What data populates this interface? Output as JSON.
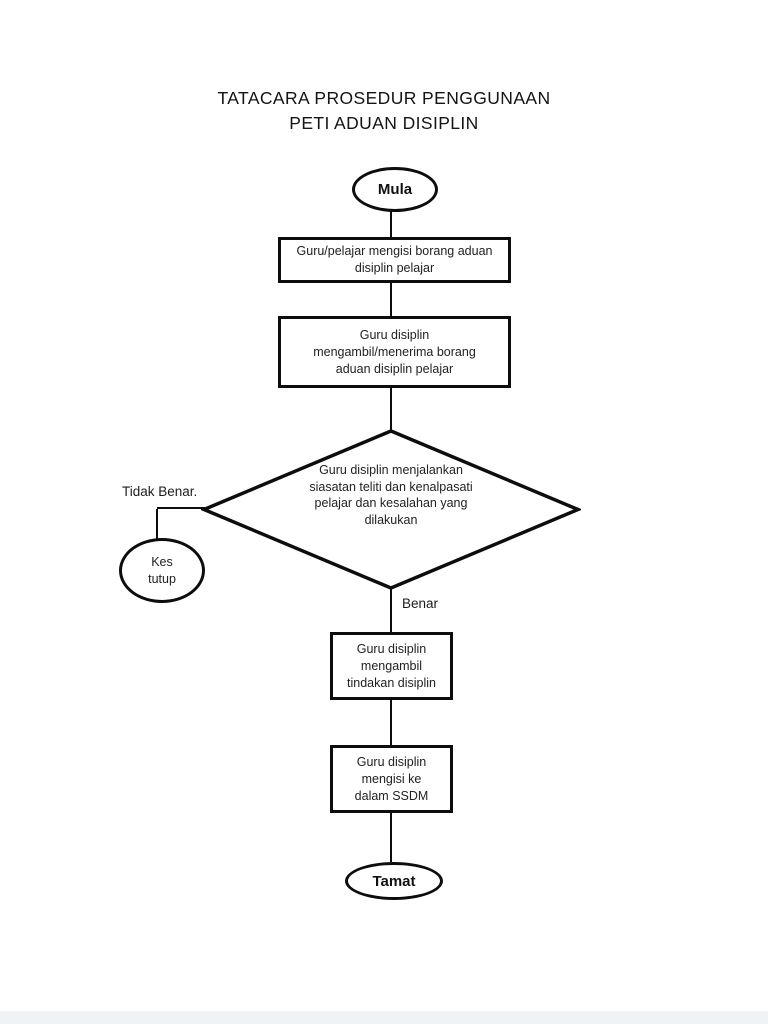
{
  "colors": {
    "ink": "#0d0d0d",
    "page_bg": "#ffffff"
  },
  "title": {
    "line1": "TATACARA PROSEDUR PENGGUNAAN",
    "line2": "PETI ADUAN DISIPLIN"
  },
  "flowchart": {
    "start_label": "Mula",
    "step1_text": "Guru/pelajar mengisi borang aduan\ndisiplin pelajar",
    "step2_text": "Guru disiplin\nmengambil/menerima borang\naduan disiplin pelajar",
    "decision_text": "Guru disiplin menjalankan\nsiasatan teliti dan kenalpasati\npelajar dan kesalahan yang\ndilakukan",
    "no_branch_label": "Tidak Benar.",
    "closed_case_text": "Kes\ntutup",
    "yes_branch_label": "Benar",
    "step3_text": "Guru disiplin\nmengambil\ntindakan disiplin",
    "step4_text": "Guru disiplin\nmengisi ke\ndalam SSDM",
    "end_label": "Tamat"
  }
}
